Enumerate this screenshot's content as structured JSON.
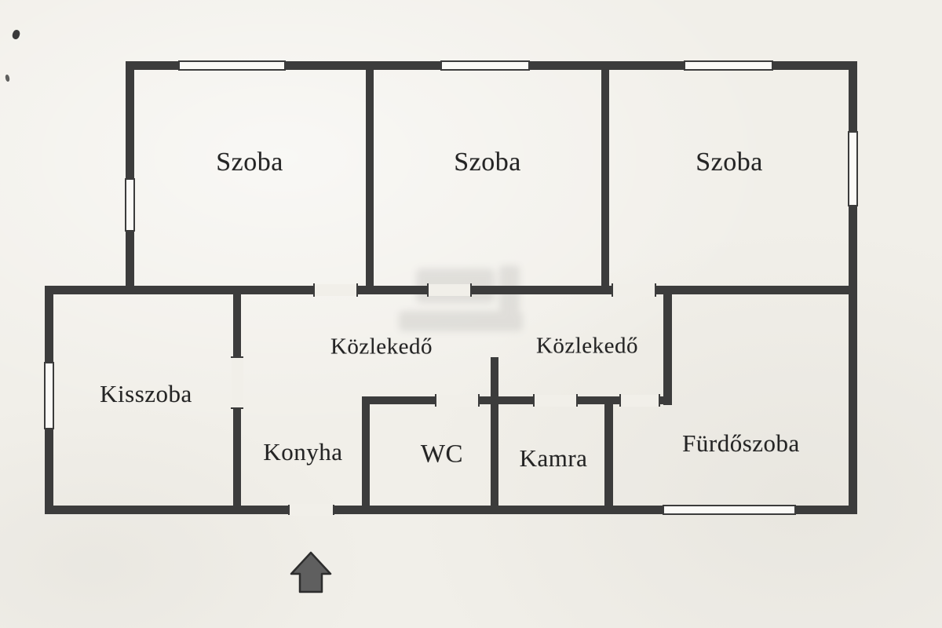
{
  "rooms": {
    "szoba1": {
      "label": "Szoba"
    },
    "szoba2": {
      "label": "Szoba"
    },
    "szoba3": {
      "label": "Szoba"
    },
    "kisszoba": {
      "label": "Kisszoba"
    },
    "kozlekedo1": {
      "label": "Közlekedő"
    },
    "kozlekedo2": {
      "label": "Közlekedő"
    },
    "konyha": {
      "label": "Konyha"
    },
    "wc": {
      "label": "WC"
    },
    "kamra": {
      "label": "Kamra"
    },
    "furdoszoba": {
      "label": "Fürdőszoba"
    }
  },
  "colors": {
    "wall": "#3c3c3c",
    "background": "#f1efe9",
    "window_fill": "#fbfaf7",
    "arrow_fill": "#5f5f5f"
  }
}
